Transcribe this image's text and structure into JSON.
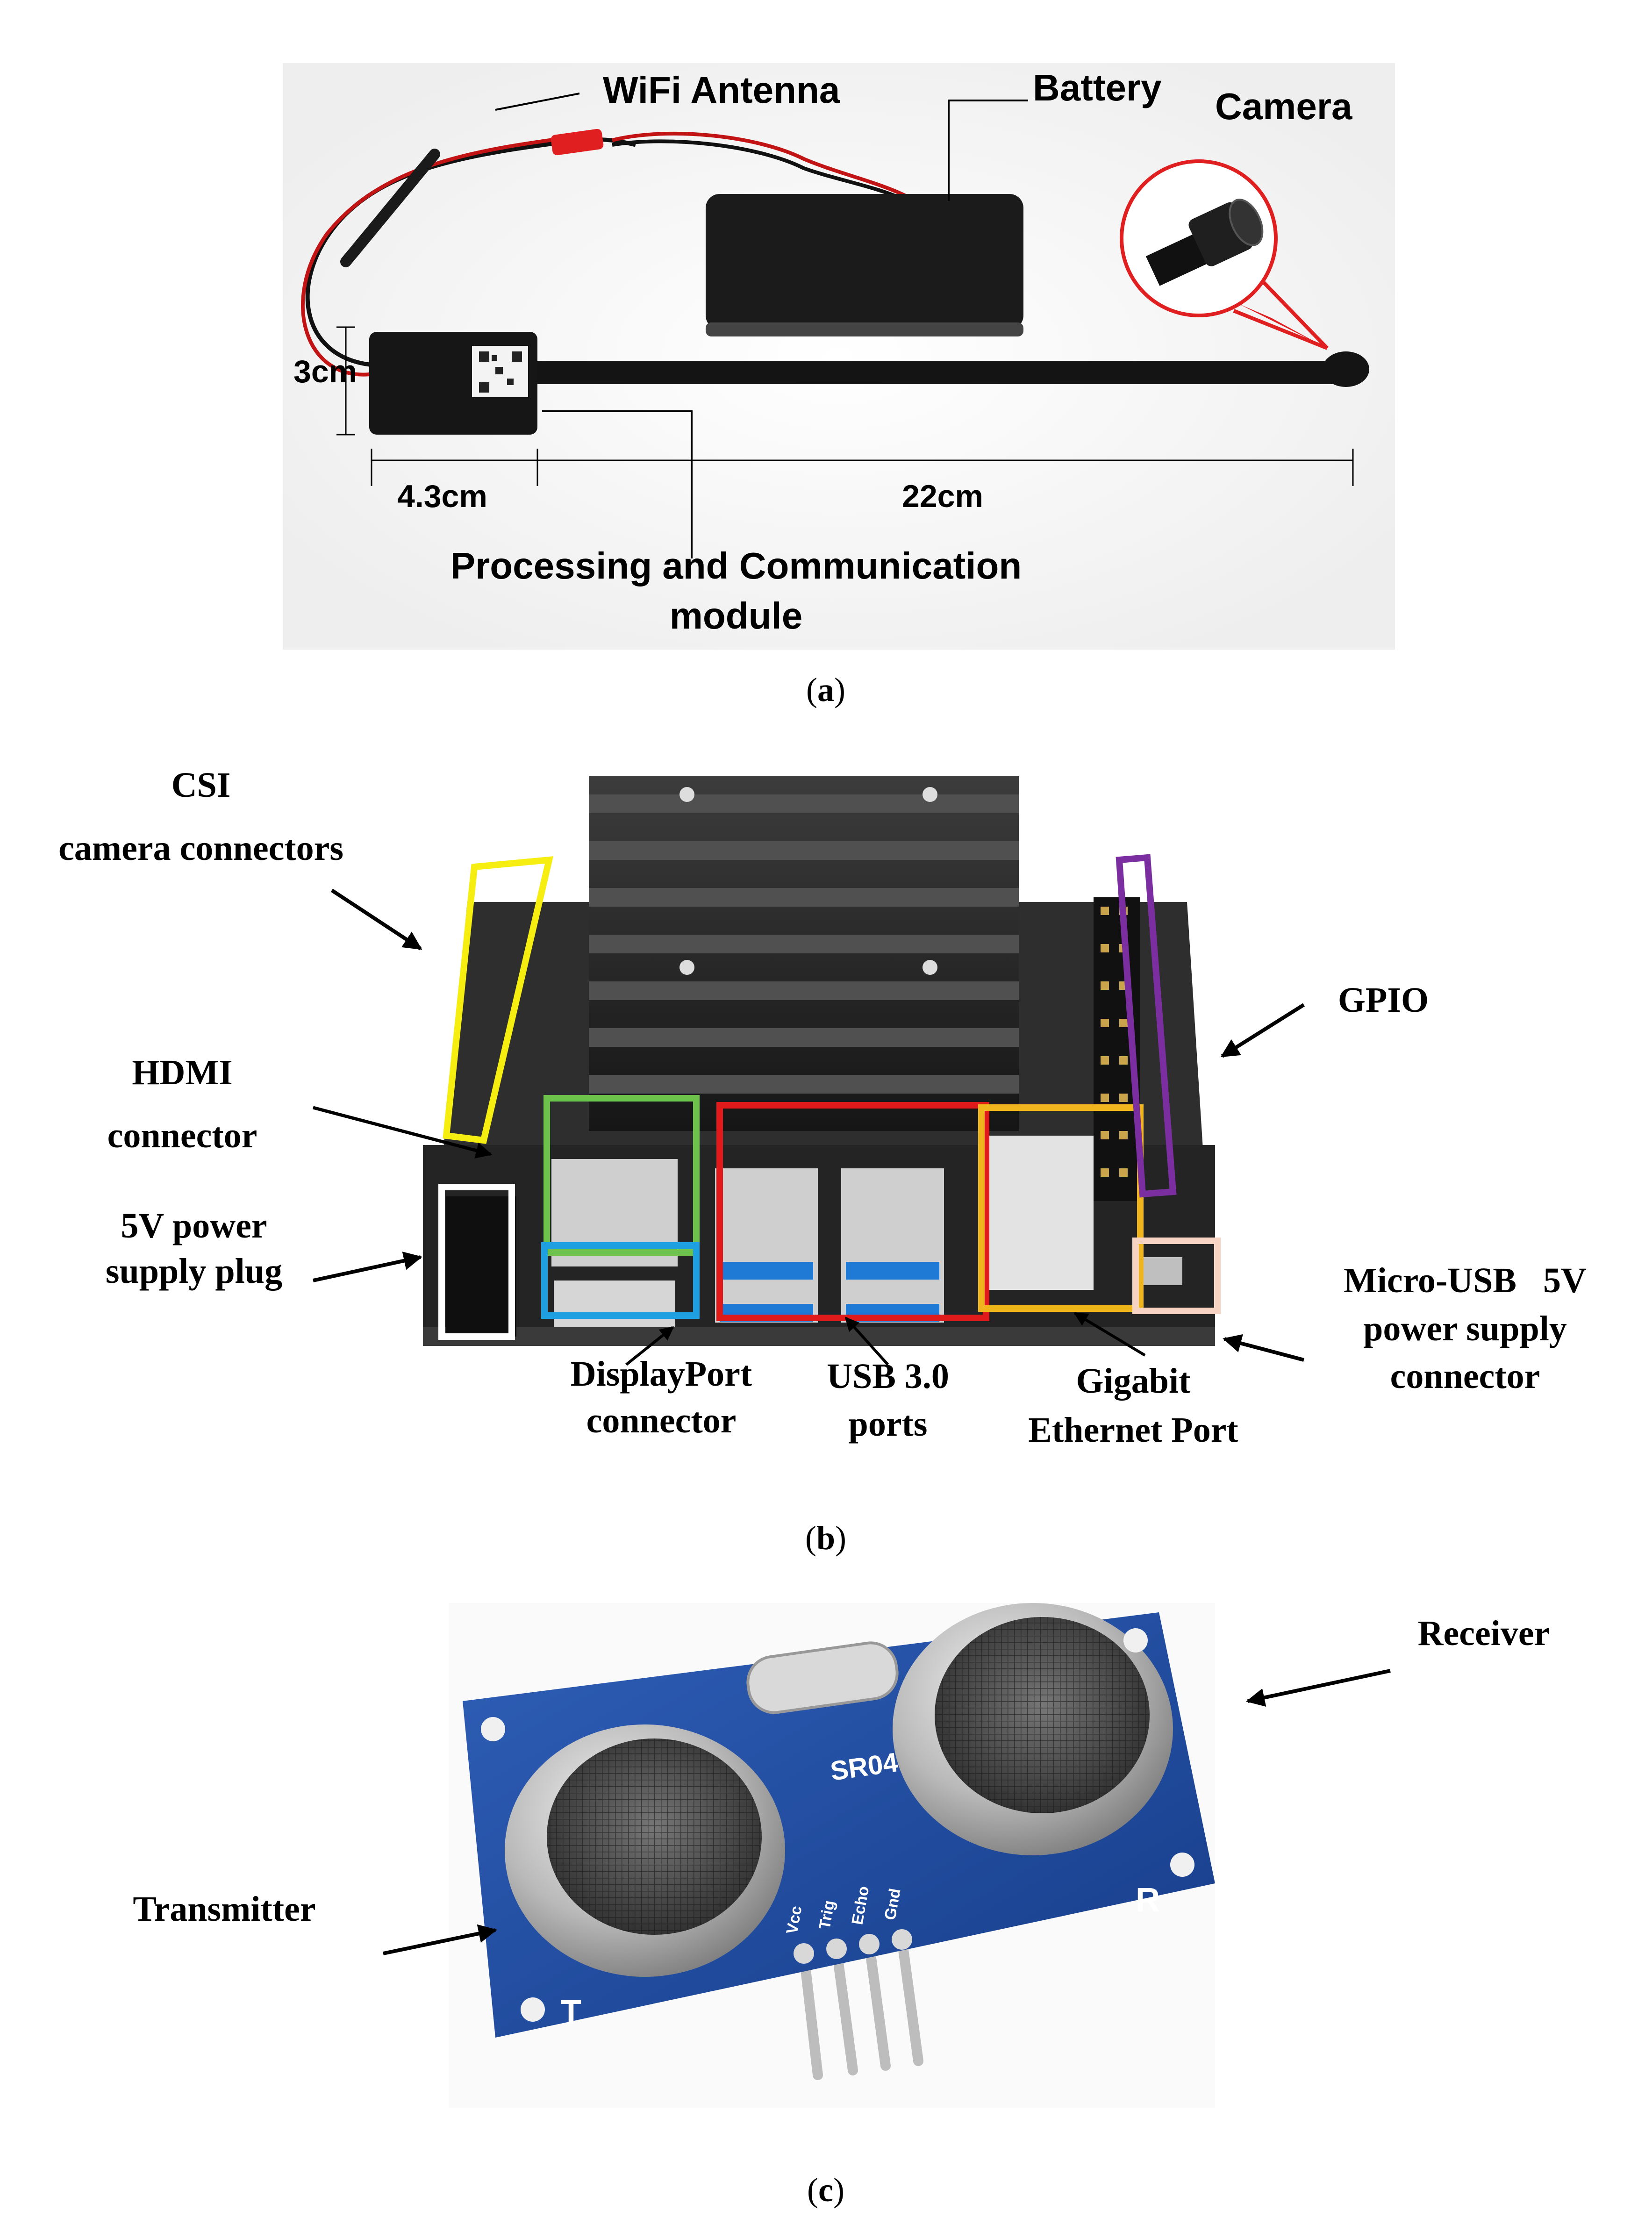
{
  "panels": {
    "a": {
      "caption": "(a)",
      "caption_letter": "a",
      "labels": {
        "wifi_antenna": "WiFi Antenna",
        "battery": "Battery",
        "camera": "Camera",
        "height": "3cm",
        "width_module": "4.3cm",
        "width_antenna": "22cm",
        "processing_line1": "Processing and Communication",
        "processing_line2": "module"
      }
    },
    "b": {
      "caption": "(b)",
      "caption_letter": "b",
      "labels": {
        "csi_line1": "CSI",
        "csi_line2": "camera connectors",
        "hdmi_line1": "HDMI",
        "hdmi_line2": "connector",
        "power_line1": "5V power",
        "power_line2": "supply plug",
        "gpio": "GPIO",
        "micro_usb_line1": "Micro-USB   5V",
        "micro_usb_line2": "power supply",
        "micro_usb_line3": "connector",
        "displayport_line1": "DisplayPort",
        "displayport_line2": "connector",
        "usb_line1": "USB 3.0",
        "usb_line2": "ports",
        "ethernet_line1": "Gigabit",
        "ethernet_line2": "Ethernet Port"
      },
      "highlight_colors": {
        "csi": "#f5ee10",
        "hdmi": "#6cc24a",
        "displayport": "#1e9fe0",
        "usb": "#e01a1a",
        "ethernet": "#f0b41c",
        "gpio": "#7b2ea0",
        "micro_usb": "#f6d3c2",
        "power": "#ffffff"
      }
    },
    "c": {
      "caption": "(c)",
      "caption_letter": "c",
      "labels": {
        "receiver": "Receiver",
        "transmitter": "Transmitter",
        "model": "SR04",
        "pin_vcc": "Vcc",
        "pin_trig": "Trig",
        "pin_echo": "Echo",
        "pin_gnd": "Gnd",
        "side_t": "T",
        "side_r": "R"
      }
    }
  }
}
